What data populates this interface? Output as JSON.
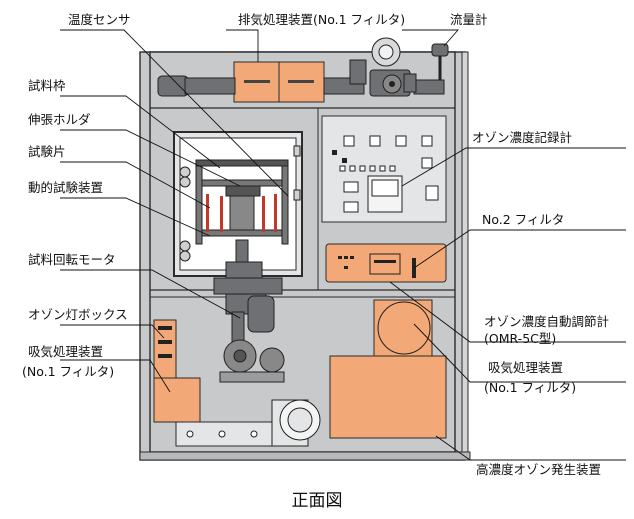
{
  "caption": "正面図",
  "labels": {
    "temp_sensor": "温度センサ",
    "exhaust_filter": "排気処理装置(No.1 フィルタ)",
    "flowmeter": "流量計",
    "specimen_frame": "試料枠",
    "stretch_holder": "伸張ホルダ",
    "specimen": "試験片",
    "dynamic_tester": "動的試験装置",
    "ozone_recorder": "オゾン濃度記録計",
    "no2_filter": "No.2 フィルタ",
    "rotation_motor": "試料回転モータ",
    "ozone_lamp_box": "オゾン灯ボックス",
    "auto_controller_1": "オゾン濃度自動調節計",
    "auto_controller_2": "(OMR-5C型)",
    "intake_filter_left_1": "吸気処理装置",
    "intake_filter_left_2": "(No.1 フィルタ)",
    "intake_filter_right_1": "吸気処理装置",
    "intake_filter_right_2": "(No.1 フィルタ)",
    "ozone_generator": "高濃度オゾン発生装置"
  },
  "colors": {
    "frame": "#c8c9cb",
    "panel": "#e4e5e6",
    "orange": "#f2a877",
    "dark": "#6e7074",
    "line": "#111111"
  }
}
